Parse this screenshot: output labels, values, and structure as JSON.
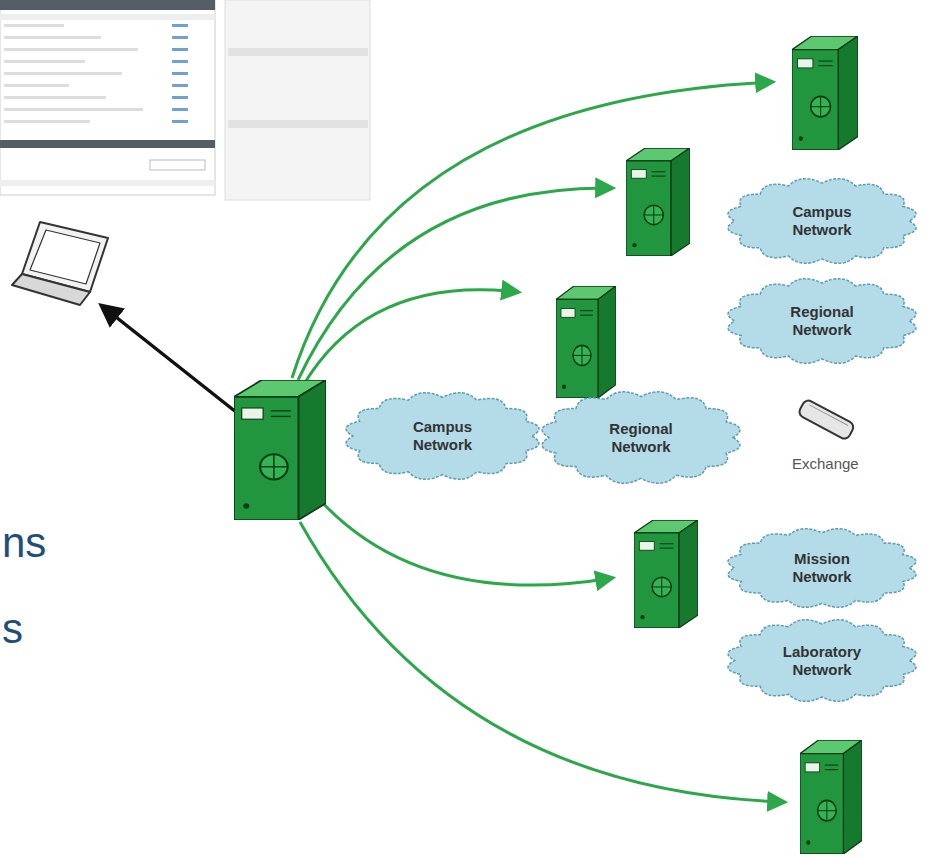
{
  "diagram": {
    "nodes": [
      {
        "text": [
          "Campus Network"
        ]
      },
      {
        "text": [
          "Regional Network"
        ]
      },
      {
        "text": [
          "Campus Network"
        ]
      },
      {
        "text": [
          "Regional Network"
        ]
      },
      {
        "text": [
          "Mission Network"
        ]
      },
      {
        "text": [
          "Laboratory Network"
        ]
      }
    ],
    "labels": [
      "Exchange",
      "ns",
      "s"
    ]
  }
}
